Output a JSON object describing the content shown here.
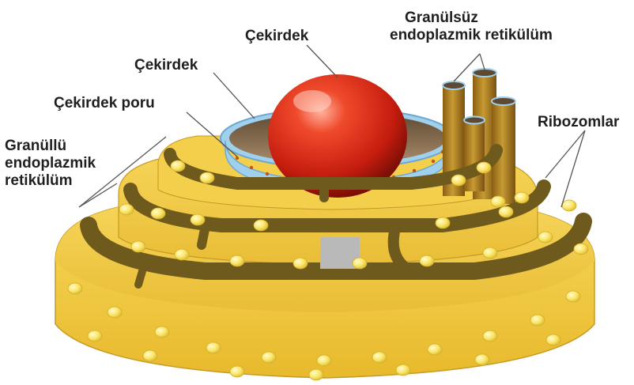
{
  "labels": {
    "nucleus_top": "Çekirdek",
    "nucleus_left": "Çekirdek",
    "nuclear_pore": "Çekirdek poru",
    "smooth_er_line1": "Granülsüz",
    "smooth_er_line2": "endoplazmik retikülüm",
    "ribosomes": "Ribozomlar",
    "rough_er_line1": "Granüllü",
    "rough_er_line2": "endoplazmik",
    "rough_er_line3": "retikülüm"
  },
  "colors": {
    "er_fill": "#f4cf4a",
    "er_lumen": "#6e5a1c",
    "ribosome": "#fff07a",
    "nucleolus": "#e02b1a",
    "nuclear_envelope": "#9fd0ee",
    "smooth_er": "#a9791b"
  }
}
